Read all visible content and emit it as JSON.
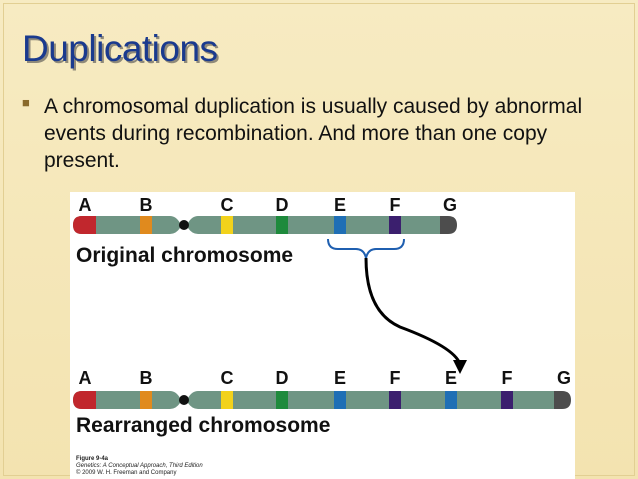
{
  "slide": {
    "title": "Duplications",
    "bullet_icon": "square-bullet-icon",
    "bullet": "A chromosomal duplication is usually caused by abnormal events during recombination. And  more than one copy present."
  },
  "figure": {
    "original": {
      "label": "Original chromosome",
      "letters": [
        "A",
        "B",
        "C",
        "D",
        "E",
        "F",
        "G"
      ]
    },
    "rearranged": {
      "label": "Rearranged chromosome",
      "letters": [
        "A",
        "B",
        "C",
        "D",
        "E",
        "F",
        "E",
        "F",
        "G"
      ]
    },
    "caption": {
      "figure_no": "Figure 9-4a",
      "book": "Genetics: A Conceptual Approach, Third Edition",
      "copyright": "© 2009 W. H. Freeman and Company"
    },
    "colors": {
      "A": "#c1272d",
      "B": "#e08a1e",
      "C": "#f2d21b",
      "D": "#1e8a3c",
      "E": "#1f6fb5",
      "F": "#3b1f6e",
      "G": "#4d4d4d",
      "chromosome": "#6f9584",
      "centromere": "#111111",
      "bracket": "#1f5fb0",
      "arrow": "#000000"
    }
  }
}
